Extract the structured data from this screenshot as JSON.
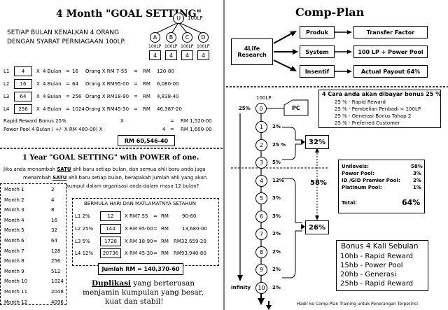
{
  "left_top": {
    "title": "4 Month \"GOAL SETTING\"",
    "intro_line1": "SETIAP BULAN KENALKAN 4 ORANG",
    "intro_line2": "DENGAN SYARAT PERNIAGAAN 100LP.",
    "tree": {
      "root": "U",
      "root_lp": "100LP",
      "level2": [
        "A",
        "B",
        "C",
        "D"
      ],
      "level2_lp": [
        "100LP",
        "100LP",
        "100LP",
        "100LP"
      ],
      "level3": [
        "4",
        "4",
        "4",
        "4"
      ]
    },
    "rows": [
      {
        "label": "L1",
        "box": "4",
        "x": "X",
        "bulan": "4 Bulan",
        "eq": "=",
        "people": "16",
        "orang": "Orang X RM 7-55",
        "eq2": "=",
        "rm": "RM",
        "amount": "120-80"
      },
      {
        "label": "L2",
        "box": "16",
        "x": "X",
        "bulan": "4 Bulan",
        "eq": "=",
        "people": "64",
        "orang": "Orang X RM95-00",
        "eq2": "=",
        "rm": "RM",
        "amount": "6,080-00"
      },
      {
        "label": "L3",
        "box": "64",
        "x": "X",
        "bulan": "4 Bulan",
        "eq": "=",
        "people": "256",
        "orang": "Orang X RM18-90",
        "eq2": "=",
        "rm": "RM",
        "amount": "4,838-40"
      },
      {
        "label": "L4",
        "box": "256",
        "x": "X",
        "bulan": "4 Bulan",
        "eq": "=",
        "people": "1024",
        "orang": "Orang X RM45-30",
        "eq2": "=",
        "rm": "RM",
        "amount": "46,387-20"
      }
    ],
    "rapid_reward": "Rapid Reward Bonus 25%",
    "rapid_x": "X",
    "rapid_eq": "=",
    "rapid_rm": "RM 1,520-00",
    "power_pool": "Power Pool  4 Bulan ( +/- X RM 400-00) X",
    "power_x": "4",
    "power_eq": "=",
    "power_rm": "RM 1,600-00",
    "total": "RM 60,546-40"
  },
  "left_mid": {
    "title": "1 Year \"GOAL SETTING\" with POWER of  one.",
    "para_l1_a": "Jika anda menambah ",
    "para_l1_b": "SATU",
    "para_l1_c": " ahli baru setiap bulan, dan semua ahli baru anda juga",
    "para_l2_a": "menambah ",
    "para_l2_b": "SATU",
    "para_l2_c": " ahli baru setiap bulan, berapakah jumlah ahli yang akan",
    "para_l3": "terkumpul dalam organisasi anda dalam masa 12 bulan?",
    "months": [
      {
        "label": "Month 1",
        "value": "2"
      },
      {
        "label": "Month 2",
        "value": "4"
      },
      {
        "label": "Month 3",
        "value": "8"
      },
      {
        "label": "Month 4",
        "value": "16"
      },
      {
        "label": "Month 5",
        "value": "32"
      },
      {
        "label": "Month 6",
        "value": "64"
      },
      {
        "label": "Month 7",
        "value": "128"
      },
      {
        "label": "Month 8",
        "value": "256"
      },
      {
        "label": "Month 9",
        "value": "512"
      },
      {
        "label": "Month 10",
        "value": "1024"
      },
      {
        "label": "Month 11",
        "value": "2048"
      },
      {
        "label": "Month 12",
        "value": "4096"
      }
    ],
    "daily_title": "BERMULA HARI DAN MATLAMATNYA SETAHUN",
    "daily_rows": [
      {
        "label": "L1  2%",
        "box": "12",
        "formula": "X RM7.55",
        "eq": "=",
        "rm": "RM",
        "amount": "90-60"
      },
      {
        "label": "L2 25%",
        "box": "144",
        "formula": "X RM 95-00",
        "eq": "=",
        "rm": "RM",
        "amount": "13,680-00"
      },
      {
        "label": "L3  5%",
        "box": "1728",
        "formula": "X RM 18-90",
        "eq": "=",
        "rm": "RM",
        "amount": "RM32,659-20"
      },
      {
        "label": "L4 12%",
        "box": "20736",
        "formula": "X RM 45-30",
        "eq": "=",
        "rm": "RM",
        "amount": "RM93,940-80"
      }
    ],
    "daily_total": "Jumlah  RM = 140,370-60",
    "dup_a": "Duplikasi",
    "dup_b": " yang berterusan",
    "dup_l2": "menjamin kumpulan yang besar,",
    "dup_l3": "kuat dan stabil!"
  },
  "right": {
    "title": "Comp-Plan",
    "research": "4Life\nResearch",
    "research_l1": "4Life",
    "research_l2": "Research",
    "flow": [
      {
        "left": "Produk",
        "right": "Transfer Factor"
      },
      {
        "left": "System",
        "right": "100 LP + Power Pool"
      },
      {
        "left": "Insentif",
        "right": "Actual Payout 64%"
      }
    ],
    "chain_top_lp": "100LP",
    "chain_top_pct": "25%",
    "chain_top_node": "0",
    "pc_label": "PC",
    "levels": [
      {
        "n": "1",
        "pct": "2%"
      },
      {
        "n": "2",
        "pct": "25 %"
      },
      {
        "n": "3",
        "pct": "5%"
      },
      {
        "n": "4",
        "pct": "12%"
      },
      {
        "n": "5",
        "pct": "3%"
      },
      {
        "n": "6",
        "pct": "3%"
      },
      {
        "n": "7",
        "pct": "2%"
      },
      {
        "n": "8",
        "pct": "2%"
      },
      {
        "n": "9",
        "pct": "2%"
      },
      {
        "n": "10",
        "pct": "2%"
      }
    ],
    "box32": "32%",
    "box58": "58%",
    "box26": "26%",
    "infinity": "Infinity",
    "ways_title": "4 Cara anda akan dibayar bonus 25 %",
    "ways": [
      "25 % - Rapid Reward",
      "25 % - Pembelian Penbadi < 100LP",
      "25 % - Generasi Bonus Tahap 2",
      "25 % - Preferred Customer"
    ],
    "unilevel_rows": [
      {
        "label": "Unilevels:",
        "value": "58%"
      },
      {
        "label": "Power Pool:",
        "value": "3%"
      },
      {
        "label": "ID /GID Premier Pool:",
        "value": "2%"
      },
      {
        "label": "Platinum Pool:",
        "value": "1%"
      }
    ],
    "unilevel_total_label": "Total:",
    "unilevel_total_value": "64%",
    "bonus_title": "Bonus 4 Kali Sebulan",
    "bonus_items": [
      "10hb - Rapid Reward",
      "15hb - Power Pool",
      "20hb - Generasi",
      "25hb - Rapid Reward"
    ],
    "footer": "Hadir ke Comp-Plan Training untuk Penerangan Terperinci"
  }
}
